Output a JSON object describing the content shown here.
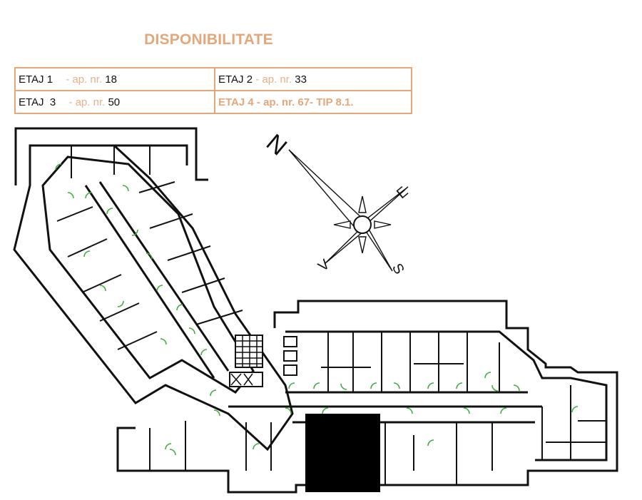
{
  "title": "DISPONIBILITATE",
  "colors": {
    "accent": "#e2a77a",
    "accent_light": "#e6b18b",
    "door_arc": "#3fae3f",
    "wall": "#111111"
  },
  "availability": [
    {
      "floor": "ETAJ 1",
      "ap_label": "- ap. nr.",
      "number": "18",
      "highlight": false
    },
    {
      "floor": "ETAJ 2",
      "ap_label": "- ap. nr.",
      "number": "33",
      "highlight": false
    },
    {
      "floor": "ETAJ  3",
      "ap_label": "- ap. nr.",
      "number": "50",
      "highlight": false
    },
    {
      "floor": "ETAJ 4 - ap. nr. 67- TIP 8.1.",
      "highlight": true
    }
  ],
  "compass": {
    "north": "N",
    "east": "E",
    "south": "S",
    "west": "V"
  },
  "icons": [
    "compass-rose-icon",
    "stair-icon",
    "elevator-icon"
  ]
}
